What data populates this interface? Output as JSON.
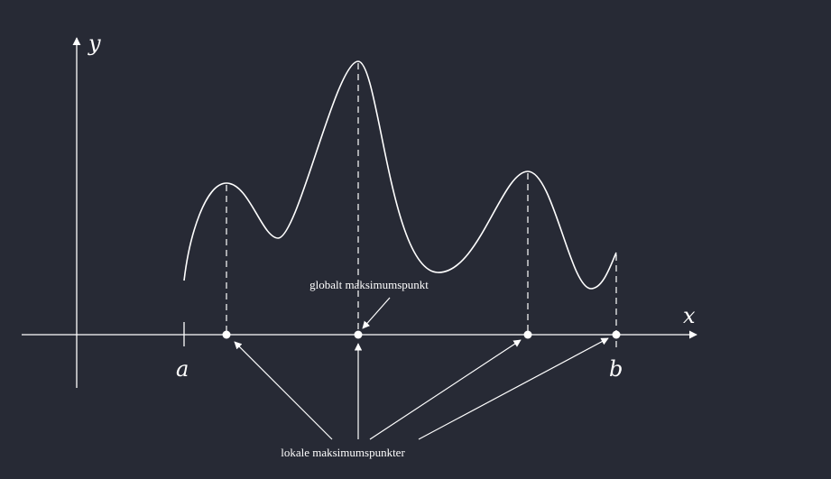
{
  "axes": {
    "x_label": "x",
    "y_label": "y",
    "interval_start_label": "a",
    "interval_end_label": "b"
  },
  "annotations": {
    "global_max_label": "globalt maksimumspunkt",
    "local_max_label": "lokale maksimumspunkter"
  },
  "colors": {
    "background": "#272a35",
    "foreground": "#ffffff"
  }
}
